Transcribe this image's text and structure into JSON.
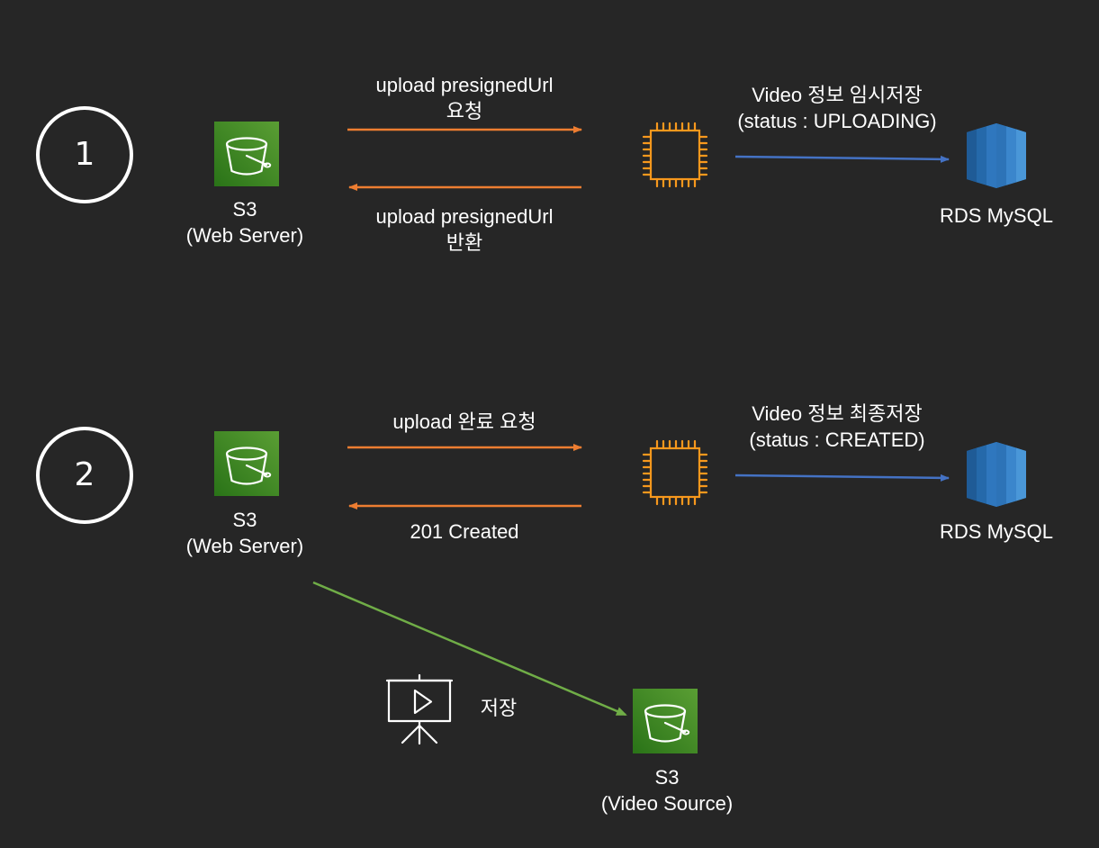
{
  "colors": {
    "background": "#262626",
    "request_arrow": "#ed7d31",
    "db_arrow": "#4472c4",
    "store_arrow": "#70ad47",
    "s3_green": "#3f8624",
    "ec2_orange": "#f7981d",
    "rds_blue": "#2e73b8"
  },
  "icons": {
    "s3": "s3-bucket-icon",
    "ec2": "ec2-chip-icon",
    "rds": "rds-database-icon",
    "video": "video-presentation-icon"
  },
  "step1": {
    "number": "1",
    "s3_label": [
      "S3",
      "(Web Server)"
    ],
    "request_label": [
      "upload presignedUrl",
      "요청"
    ],
    "response_label": [
      "upload presignedUrl",
      "반환"
    ],
    "db_label": [
      "Video 정보 임시저장",
      "(status : UPLOADING)"
    ],
    "rds_label": "RDS MySQL"
  },
  "step2": {
    "number": "2",
    "s3_label": [
      "S3",
      "(Web Server)"
    ],
    "request_label": "upload 완료 요청",
    "response_label": "201 Created",
    "db_label": [
      "Video 정보 최종저장",
      "(status : CREATED)"
    ],
    "rds_label": "RDS MySQL",
    "store_label": "저장",
    "s3_video_label": [
      "S3",
      "(Video Source)"
    ]
  }
}
